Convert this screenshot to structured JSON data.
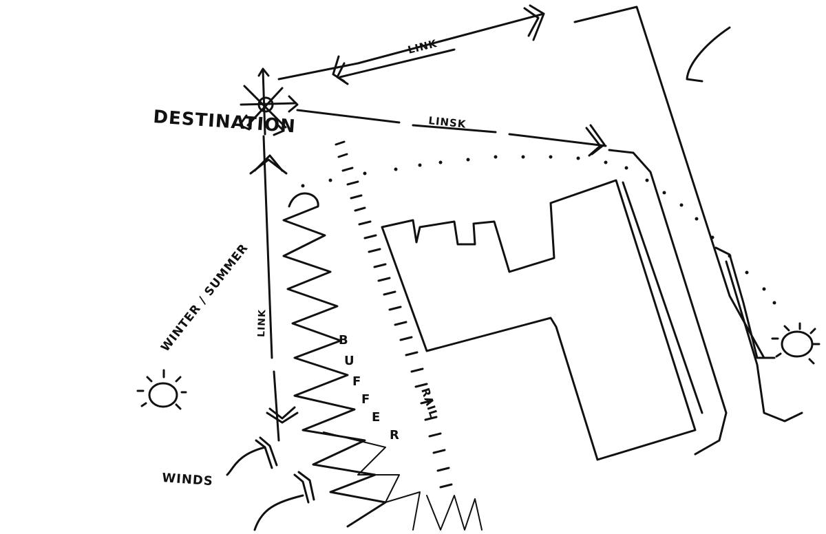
{
  "labels": {
    "destination": "DESTINATION",
    "link_top": "LINK",
    "link_middle": "LINSK",
    "link_vertical": "LINK",
    "winter_summer": "WINTER / SUMMER",
    "winds": "WINDS",
    "buffer_letters": [
      "B",
      "U",
      "F",
      "F",
      "E",
      "R"
    ],
    "rail": "RAIL"
  },
  "colors": {
    "ink": "#111111",
    "paper": "#ffffff"
  },
  "icons": [
    "destination-star-icon",
    "sun-icon",
    "wind-arrow-icon"
  ]
}
